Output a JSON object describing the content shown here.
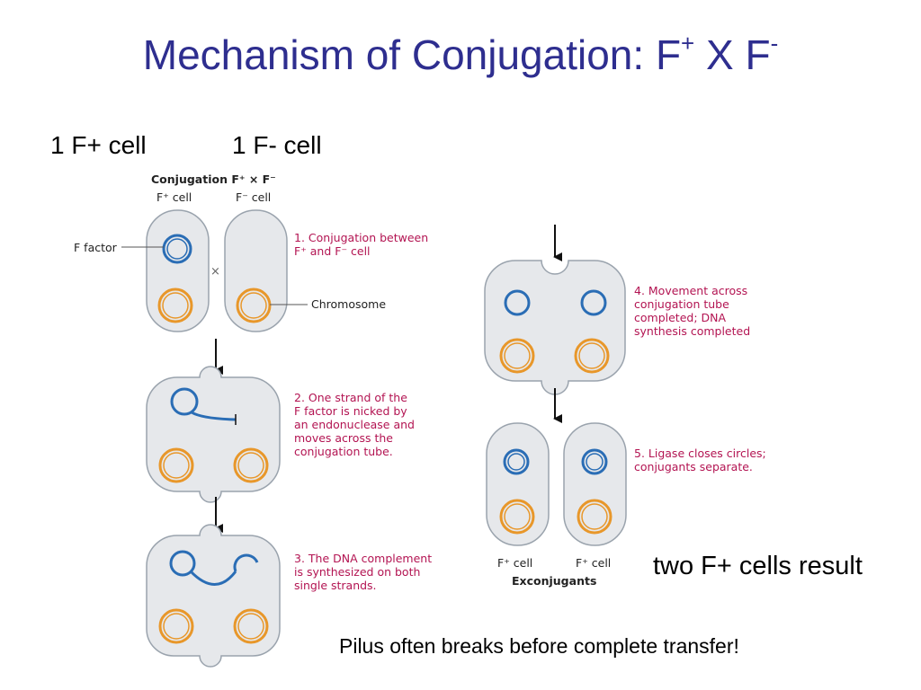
{
  "title": {
    "main": "Mechanism of Conjugation: F",
    "sup1": "+",
    "mid": " X F",
    "sup2": "-"
  },
  "headers": {
    "left": "1 F+ cell",
    "right": "1 F- cell"
  },
  "figure": {
    "heading": "Conjugation F⁺ × F⁻",
    "fplus_cell": "F⁺ cell",
    "fminus_cell": "F⁻ cell",
    "f_factor_label": "F factor",
    "chromosome_label": "Chromosome",
    "cross_mark": "×",
    "steps": [
      [
        "1. Conjugation between",
        "F⁺ and F⁻ cell"
      ],
      [
        "2. One strand of the",
        "F factor is nicked by",
        "an endonuclease and",
        "moves across the",
        "conjugation tube."
      ],
      [
        "3. The DNA complement",
        "is synthesized on both",
        "single strands."
      ],
      [
        "4. Movement across",
        "conjugation tube",
        "completed; DNA",
        "synthesis completed"
      ],
      [
        "5. Ligase closes circles;",
        "conjugants separate."
      ]
    ],
    "exconj_left": "F⁺ cell",
    "exconj_right": "F⁺ cell",
    "exconjugants": "Exconjugants"
  },
  "result_text": "two F+ cells result",
  "note_text": "Pilus often breaks before complete transfer!",
  "colors": {
    "title": "#2e2e8f",
    "step_text": "#b31452",
    "chromosome": "#e8972a",
    "plasmid": "#2a6db5",
    "cell_fill": "#e6e8eb",
    "cell_stroke": "#9aa3ad"
  }
}
